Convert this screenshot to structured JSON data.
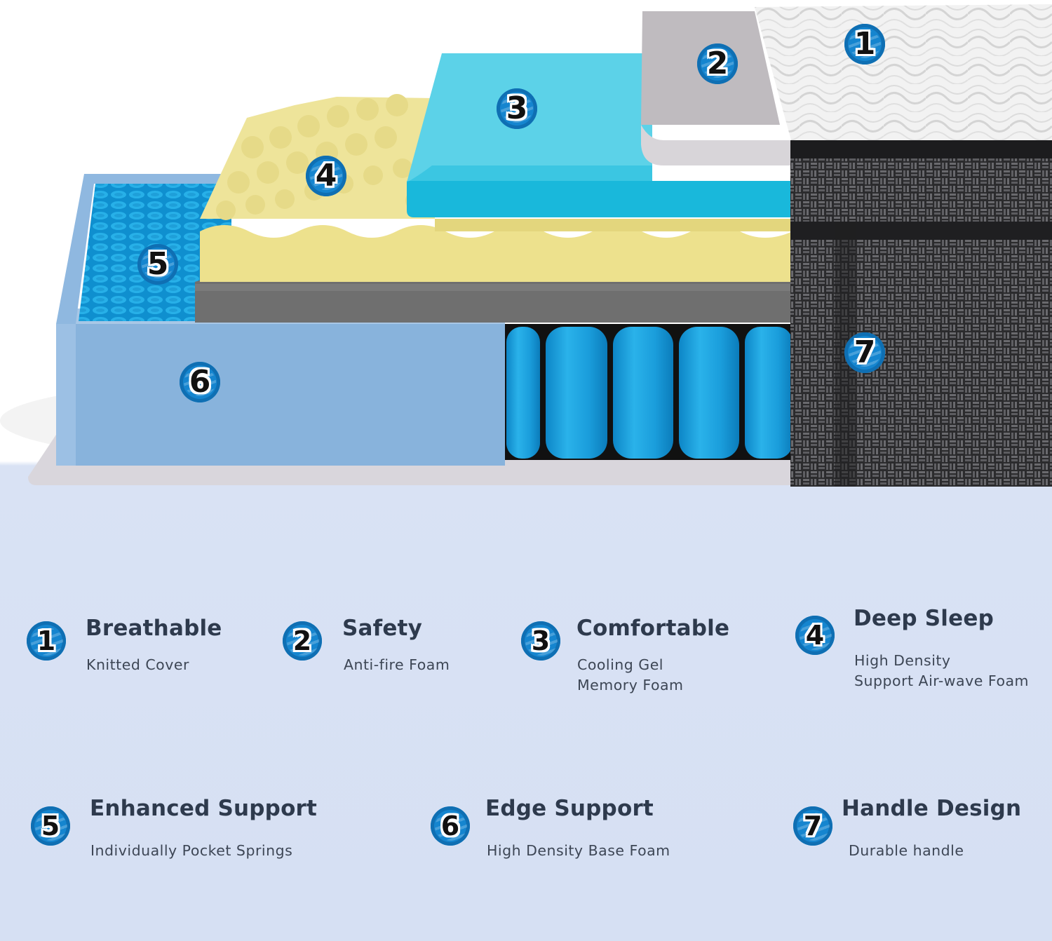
{
  "colors": {
    "background_top": "#ffffff",
    "background_bottom": "#d6e0f3",
    "badge_blue": "#1585cf",
    "title_text": "#2e3a4d",
    "desc_text": "#3d4655"
  },
  "diagram": {
    "layer_badges": [
      {
        "number": "1",
        "layer": "knitted-cover"
      },
      {
        "number": "2",
        "layer": "anti-fire-foam"
      },
      {
        "number": "3",
        "layer": "cooling-gel-memory-foam"
      },
      {
        "number": "4",
        "layer": "air-wave-foam"
      },
      {
        "number": "5",
        "layer": "pocket-springs"
      },
      {
        "number": "6",
        "layer": "base-foam"
      },
      {
        "number": "7",
        "layer": "handle-side-panel"
      }
    ]
  },
  "features": [
    {
      "number": "1",
      "title": "Breathable",
      "desc_lines": [
        "Knitted Cover"
      ]
    },
    {
      "number": "2",
      "title": "Safety",
      "desc_lines": [
        "Anti-fire Foam"
      ]
    },
    {
      "number": "3",
      "title": "Comfortable",
      "desc_lines": [
        "Cooling Gel",
        "Memory Foam"
      ]
    },
    {
      "number": "4",
      "title": "Deep Sleep",
      "desc_lines": [
        "High Density",
        "Support Air-wave Foam"
      ]
    },
    {
      "number": "5",
      "title": "Enhanced Support",
      "desc_lines": [
        "Individually Pocket Springs"
      ]
    },
    {
      "number": "6",
      "title": "Edge Support",
      "desc_lines": [
        "High Density Base Foam"
      ]
    },
    {
      "number": "7",
      "title": "Handle Design",
      "desc_lines": [
        "Durable handle"
      ]
    }
  ]
}
